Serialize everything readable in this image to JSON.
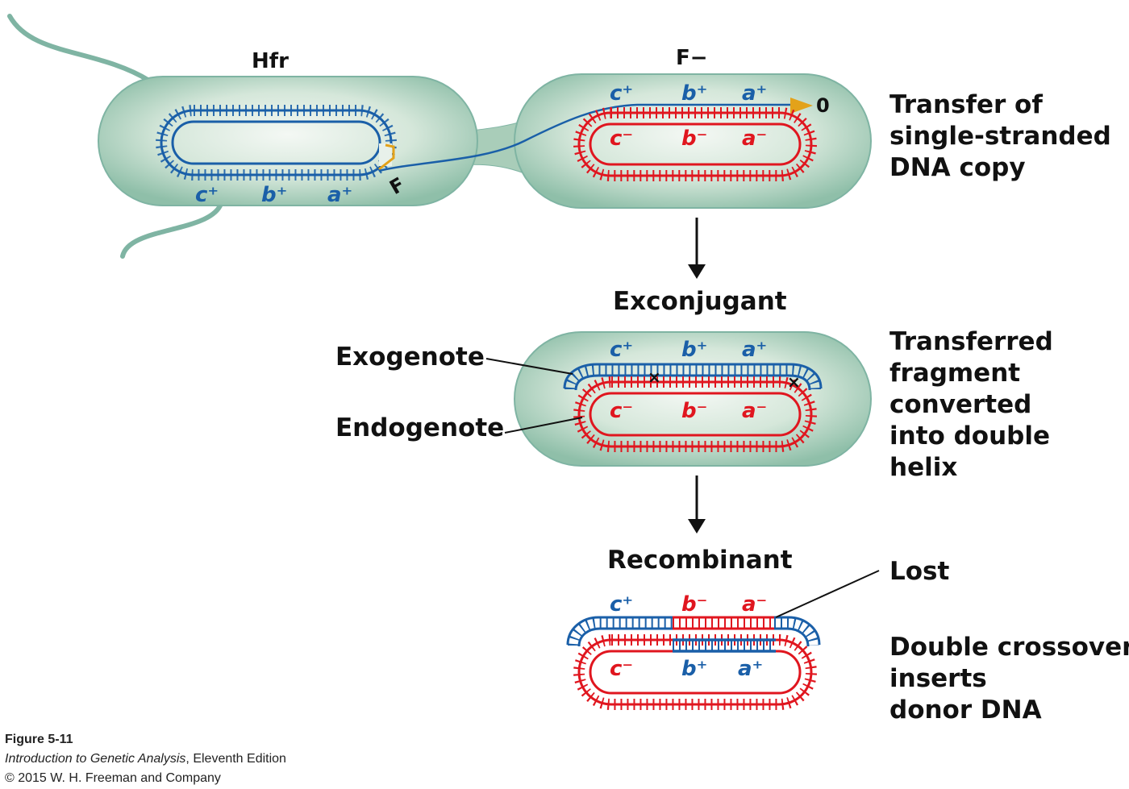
{
  "colors": {
    "cell_fill": "#bcd8c6",
    "cell_edge": "#6fa896",
    "donor_dna": "#1a5fa8",
    "recipient_dna": "#e0161f",
    "f_factor": "#e3a21a",
    "text": "#111111"
  },
  "cells": {
    "hfr_label": "Hfr",
    "f_minus_label": "F−",
    "f_label": "F",
    "origin_label": "0"
  },
  "genes": {
    "c_plus": "c⁺",
    "b_plus": "b⁺",
    "a_plus": "a⁺",
    "c_minus": "c⁻",
    "b_minus": "b⁻",
    "a_minus": "a⁻"
  },
  "stages": {
    "transfer": "Transfer of\nsingle-stranded\nDNA copy",
    "exconjugant": "Exconjugant",
    "exogenote": "Exogenote",
    "endogenote": "Endogenote",
    "converted": "Transferred\nfragment\nconverted\ninto double\nhelix",
    "recombinant": "Recombinant",
    "lost": "Lost",
    "crossover": "Double crossover\ninserts\ndonor DNA"
  },
  "caption": {
    "figure": "Figure 5-11",
    "book_title": "Introduction to Genetic Analysis",
    "edition": ", Eleventh Edition",
    "copyright": "© 2015 W. H. Freeman and Company"
  }
}
